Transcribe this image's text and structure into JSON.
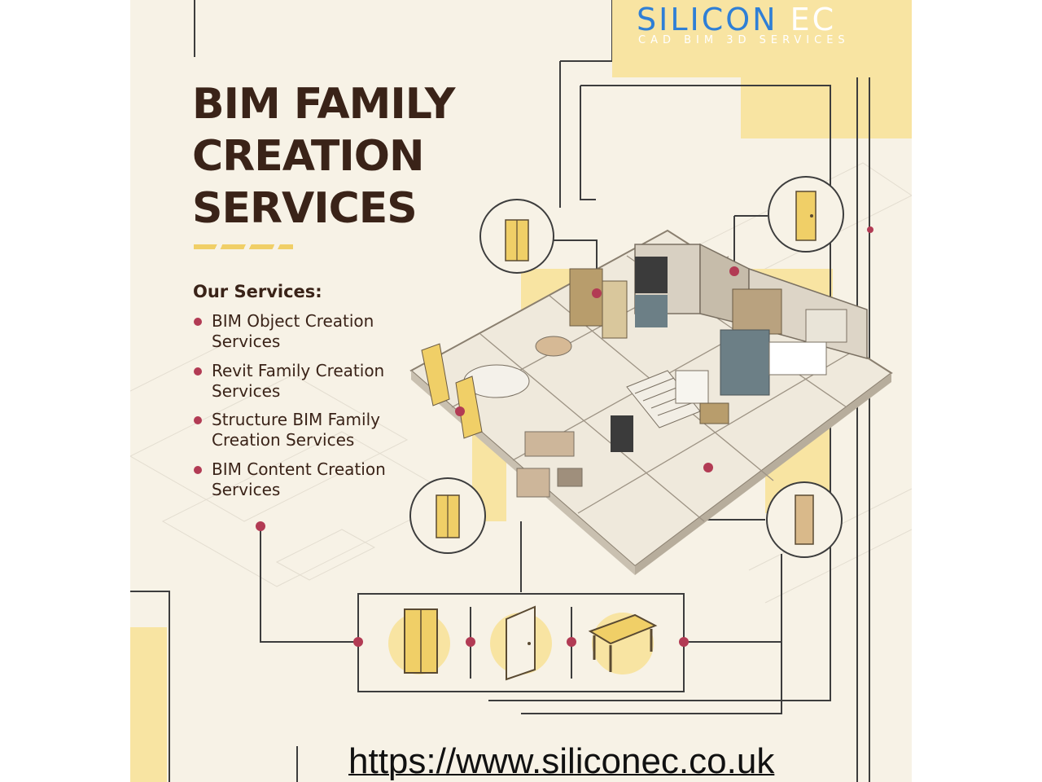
{
  "logo": {
    "brand": "SILICON",
    "brand_suffix": "EC",
    "tagline": "CAD BIM 3D SERVICES"
  },
  "headline": {
    "line1": "BIM FAMILY",
    "line2": "CREATION",
    "line3": "SERVICES"
  },
  "services": {
    "heading": "Our Services:",
    "items": [
      {
        "line1": "BIM Object Creation",
        "line2": "Services"
      },
      {
        "line1": "Revit Family Creation",
        "line2": "Services"
      },
      {
        "line1": "Structure BIM Family",
        "line2": "Creation Services"
      },
      {
        "line1": "BIM Content Creation",
        "line2": "Services"
      }
    ]
  },
  "footer": {
    "url": "https://www.siliconec.co.uk"
  },
  "icons": [
    "cabinet-icon",
    "door-icon",
    "table-icon",
    "floor-plan-illustration"
  ],
  "colors": {
    "background": "#f7f2e6",
    "accent_yellow": "#f8e4a2",
    "text_dark": "#3a2318",
    "bullet": "#b23b54",
    "logo_blue": "#2f7fd6"
  }
}
